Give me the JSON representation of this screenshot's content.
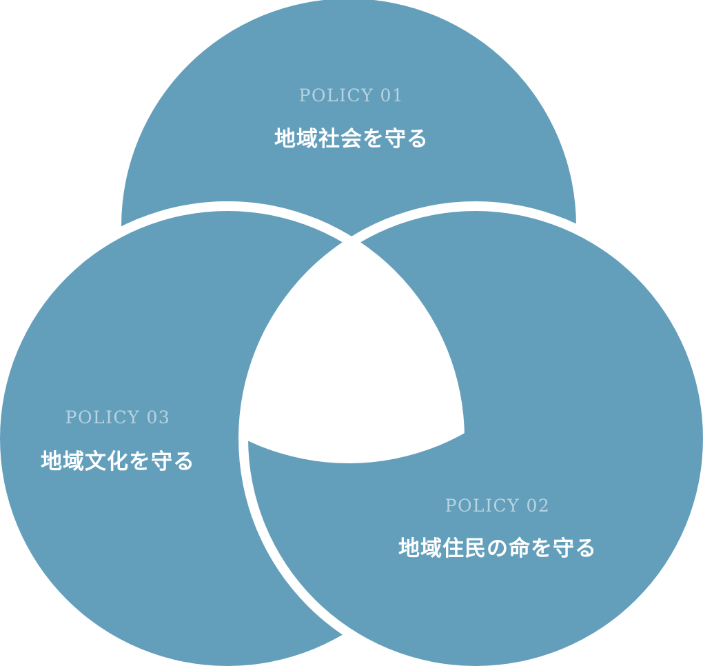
{
  "colors": {
    "circle_fill": "#639fbb",
    "gap": "#ffffff",
    "eyebrow_text": "#b8d3e1",
    "title_text": "#ffffff"
  },
  "policies": [
    {
      "label": "POLICY 01",
      "title": "地域社会を守る"
    },
    {
      "label": "POLICY 02",
      "title": "地域住民の命を守る"
    },
    {
      "label": "POLICY 03",
      "title": "地域文化を守る"
    }
  ]
}
